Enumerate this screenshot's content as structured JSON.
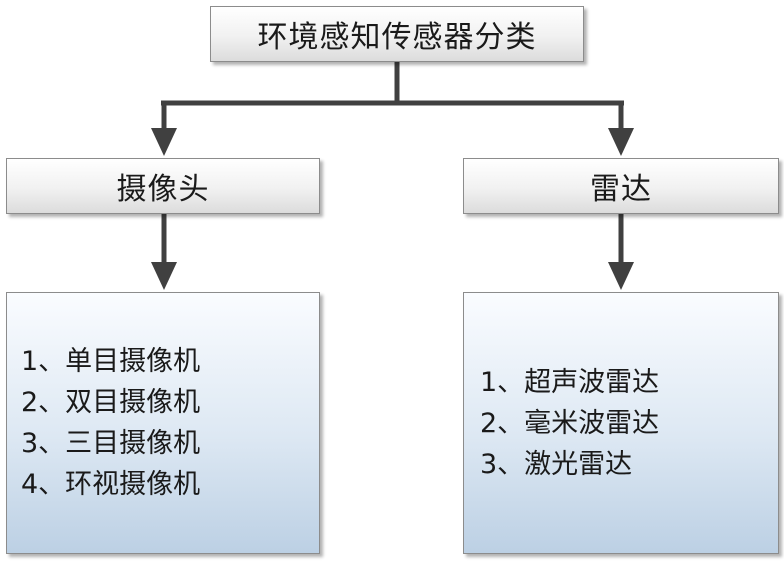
{
  "diagram": {
    "root": {
      "label": "环境感知传感器分类"
    },
    "branches": [
      {
        "label": "摄像头",
        "items": [
          "1、单目摄像机",
          "2、双目摄像机",
          "3、三目摄像机",
          "4、环视摄像机"
        ]
      },
      {
        "label": "雷达",
        "items": [
          "1、超声波雷达",
          "2、毫米波雷达",
          "3、激光雷达"
        ]
      }
    ],
    "colors": {
      "connector": "#404040",
      "border": "#8c8c8c",
      "content_fill": "#d0dfee",
      "header_fill": "#eeeeee"
    }
  }
}
